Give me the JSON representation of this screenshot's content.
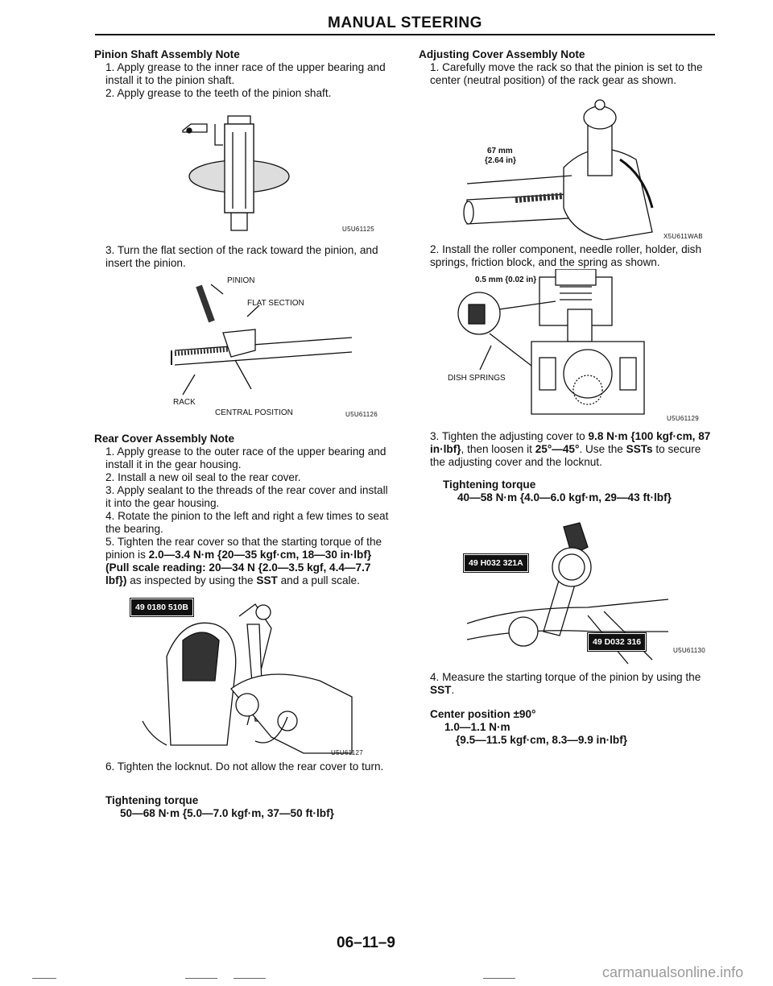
{
  "header": {
    "title": "MANUAL STEERING"
  },
  "pinion": {
    "title": "Pinion Shaft Assembly Note",
    "steps": [
      "1. Apply grease to the inner race of the upper bearing and install it to the pinion shaft.",
      "2. Apply grease to the teeth of the pinion shaft."
    ],
    "fig_code": "U5U61125"
  },
  "rack": {
    "step3": "3. Turn the flat section of the rack toward the pinion, and insert the pinion.",
    "labels": {
      "pinion": "PINION",
      "flat": "FLAT SECTION",
      "rack": "RACK",
      "central": "CENTRAL POSITION"
    },
    "fig_code": "U5U61126"
  },
  "rear": {
    "title": "Rear Cover Assembly Note",
    "steps": [
      "1. Apply grease to the outer race of the upper bearing and install it in the gear housing.",
      "2. Install a new oil seal to the rear cover.",
      "3. Apply sealant to the threads of the rear cover and install it into the gear housing.",
      "4. Rotate the pinion to the left and right a few times to seat the bearing."
    ],
    "step5_pre": "5. Tighten the rear cover so that the starting torque of the pinion is ",
    "step5_bold": "2.0—3.4 N·m {20—35 kgf·cm, 18—30 in·lbf} (Pull scale reading: 20—34 N {2.0—3.5 kgf, 4.4—7.7 lbf})",
    "step5_mid": " as inspected by using the ",
    "step5_sst": "SST",
    "step5_post": " and a pull scale.",
    "sst_tag": "49 0180 510B",
    "fig_code": "U5U61127",
    "step6": "6. Tighten the locknut. Do not allow the rear cover to turn.",
    "torque_heading": "Tightening torque",
    "torque_value": "50—68 N·m {5.0—7.0 kgf·m, 37—50 ft·lbf}"
  },
  "adjust": {
    "title": "Adjusting Cover Assembly Note",
    "step1": "1. Carefully move the rack so that the pinion is set to the center (neutral position) of the rack gear as shown.",
    "dim_label_1": "67 mm",
    "dim_label_2": "{2.64 in}",
    "fig_code": "X5U611WAB",
    "step2": "2. Install the roller component, needle roller, holder, dish springs, friction block, and the spring as shown.",
    "gap_label": "0.5 mm {0.02 in}",
    "dish_label": "DISH SPRINGS",
    "fig_code2": "U5U61129",
    "step3_pre": "3. Tighten the adjusting cover to ",
    "step3_bold": "9.8 N·m {100 kgf·cm, 87 in·lbf}",
    "step3_mid": ", then loosen it ",
    "step3_bold2": "25°—45°",
    "step3_mid2": ". Use the ",
    "step3_sst": "SSTs",
    "step3_post": " to secure the adjusting cover and the locknut.",
    "torque_heading": "Tightening torque",
    "torque_value": "40—58 N·m {4.0—6.0 kgf·m, 29—43 ft·lbf}",
    "sst_tag_1": "49 H032 321A",
    "sst_tag_2": "49 D032 316",
    "fig_code3": "U5U61130",
    "step4_pre": "4. Measure the starting torque of the pinion by using the ",
    "step4_sst": "SST",
    "step4_post": ".",
    "center_heading": "Center position ±90°",
    "center_v1": "1.0—1.1 N·m",
    "center_v2": "{9.5—11.5 kgf·cm, 8.3—9.9 in·lbf}"
  },
  "footer": {
    "page": "06–11–9",
    "watermark": "carmanualsonline.info"
  }
}
